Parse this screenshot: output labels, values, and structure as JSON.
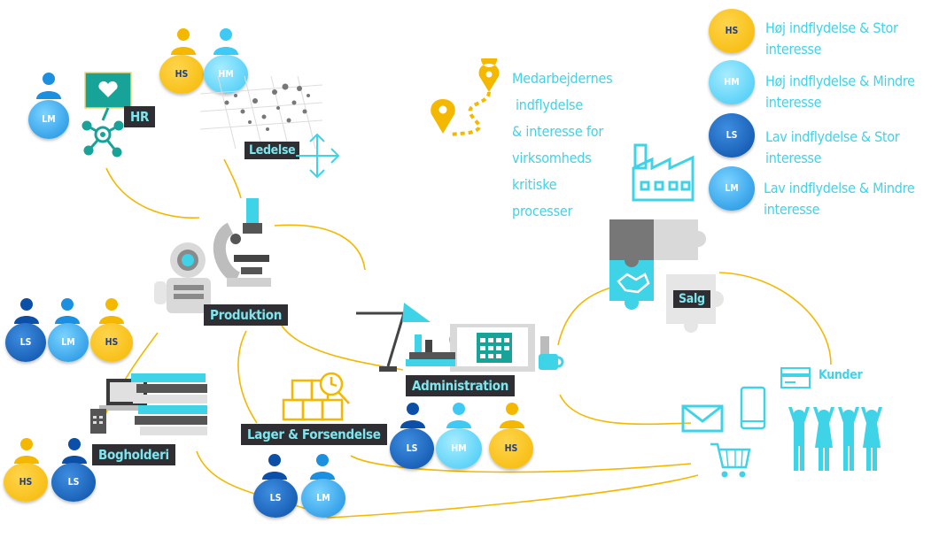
{
  "legend": [
    {
      "code": "HS",
      "text": "Høj indflydelse & Stor interesse"
    },
    {
      "code": "HM",
      "text": "Høj indflydelse & Mindre interesse"
    },
    {
      "code": "LS",
      "text": "Lav indflydelse & Stor interesse"
    },
    {
      "code": "LM",
      "text": "Lav indflydelse & Mindre interesse"
    }
  ],
  "intro_lines": [
    "Medarbejdernes",
    "indflydelse",
    "& interesse for",
    "virksomheds",
    "kritiske",
    "processer"
  ],
  "departments": {
    "hr": {
      "label": "HR",
      "stakeholders": [
        "LM"
      ]
    },
    "ledelse": {
      "label": "Ledelse",
      "stakeholders": [
        "HS",
        "HM"
      ]
    },
    "produktion": {
      "label": "Produktion",
      "stakeholders": [
        "LS",
        "LM",
        "HS"
      ]
    },
    "administration": {
      "label": "Administration",
      "stakeholders": [
        "LS",
        "HM",
        "HS"
      ]
    },
    "lager": {
      "label": "Lager & Forsendelse",
      "stakeholders": [
        "LS",
        "LM"
      ]
    },
    "bogholderi": {
      "label": "Bogholderi",
      "stakeholders": [
        "HS",
        "LS"
      ]
    },
    "salg": {
      "label": "Salg"
    },
    "kunder": {
      "label": "Kunder"
    }
  },
  "colors": {
    "HS": "#f5b800",
    "HM": "#3fc9f5",
    "LS": "#0b4fa8",
    "LM": "#1b8fe0",
    "connector": "#f5b800",
    "accent": "#3fd3e8"
  }
}
